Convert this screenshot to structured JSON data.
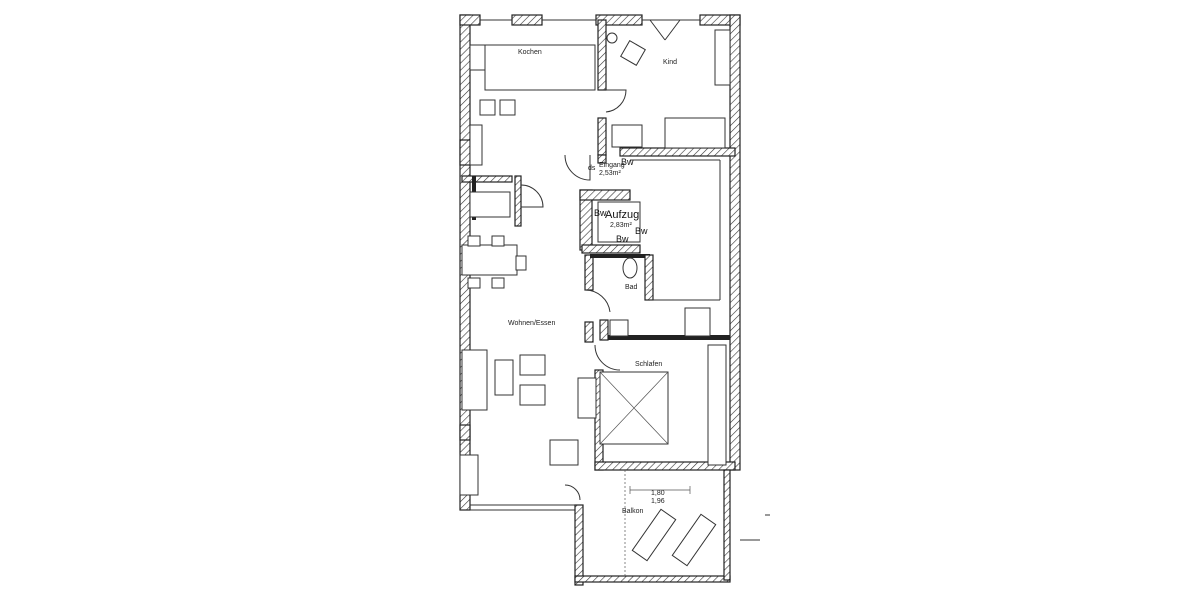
{
  "rooms": {
    "kitchen": "Kochen",
    "child": "Kind",
    "entrance": "Eingang",
    "entrance_prefix": "ds",
    "entrance_area": "2,53m²",
    "elevator": "Aufzug",
    "elevator_area": "2,83m²",
    "bath": "Bad",
    "living": "Wohnen/Essen",
    "bedroom": "Schlafen",
    "balcony": "Balkon"
  },
  "markers": {
    "bw": "Bw"
  },
  "dimensions": {
    "top": "1,80",
    "bottom": "1,96"
  }
}
